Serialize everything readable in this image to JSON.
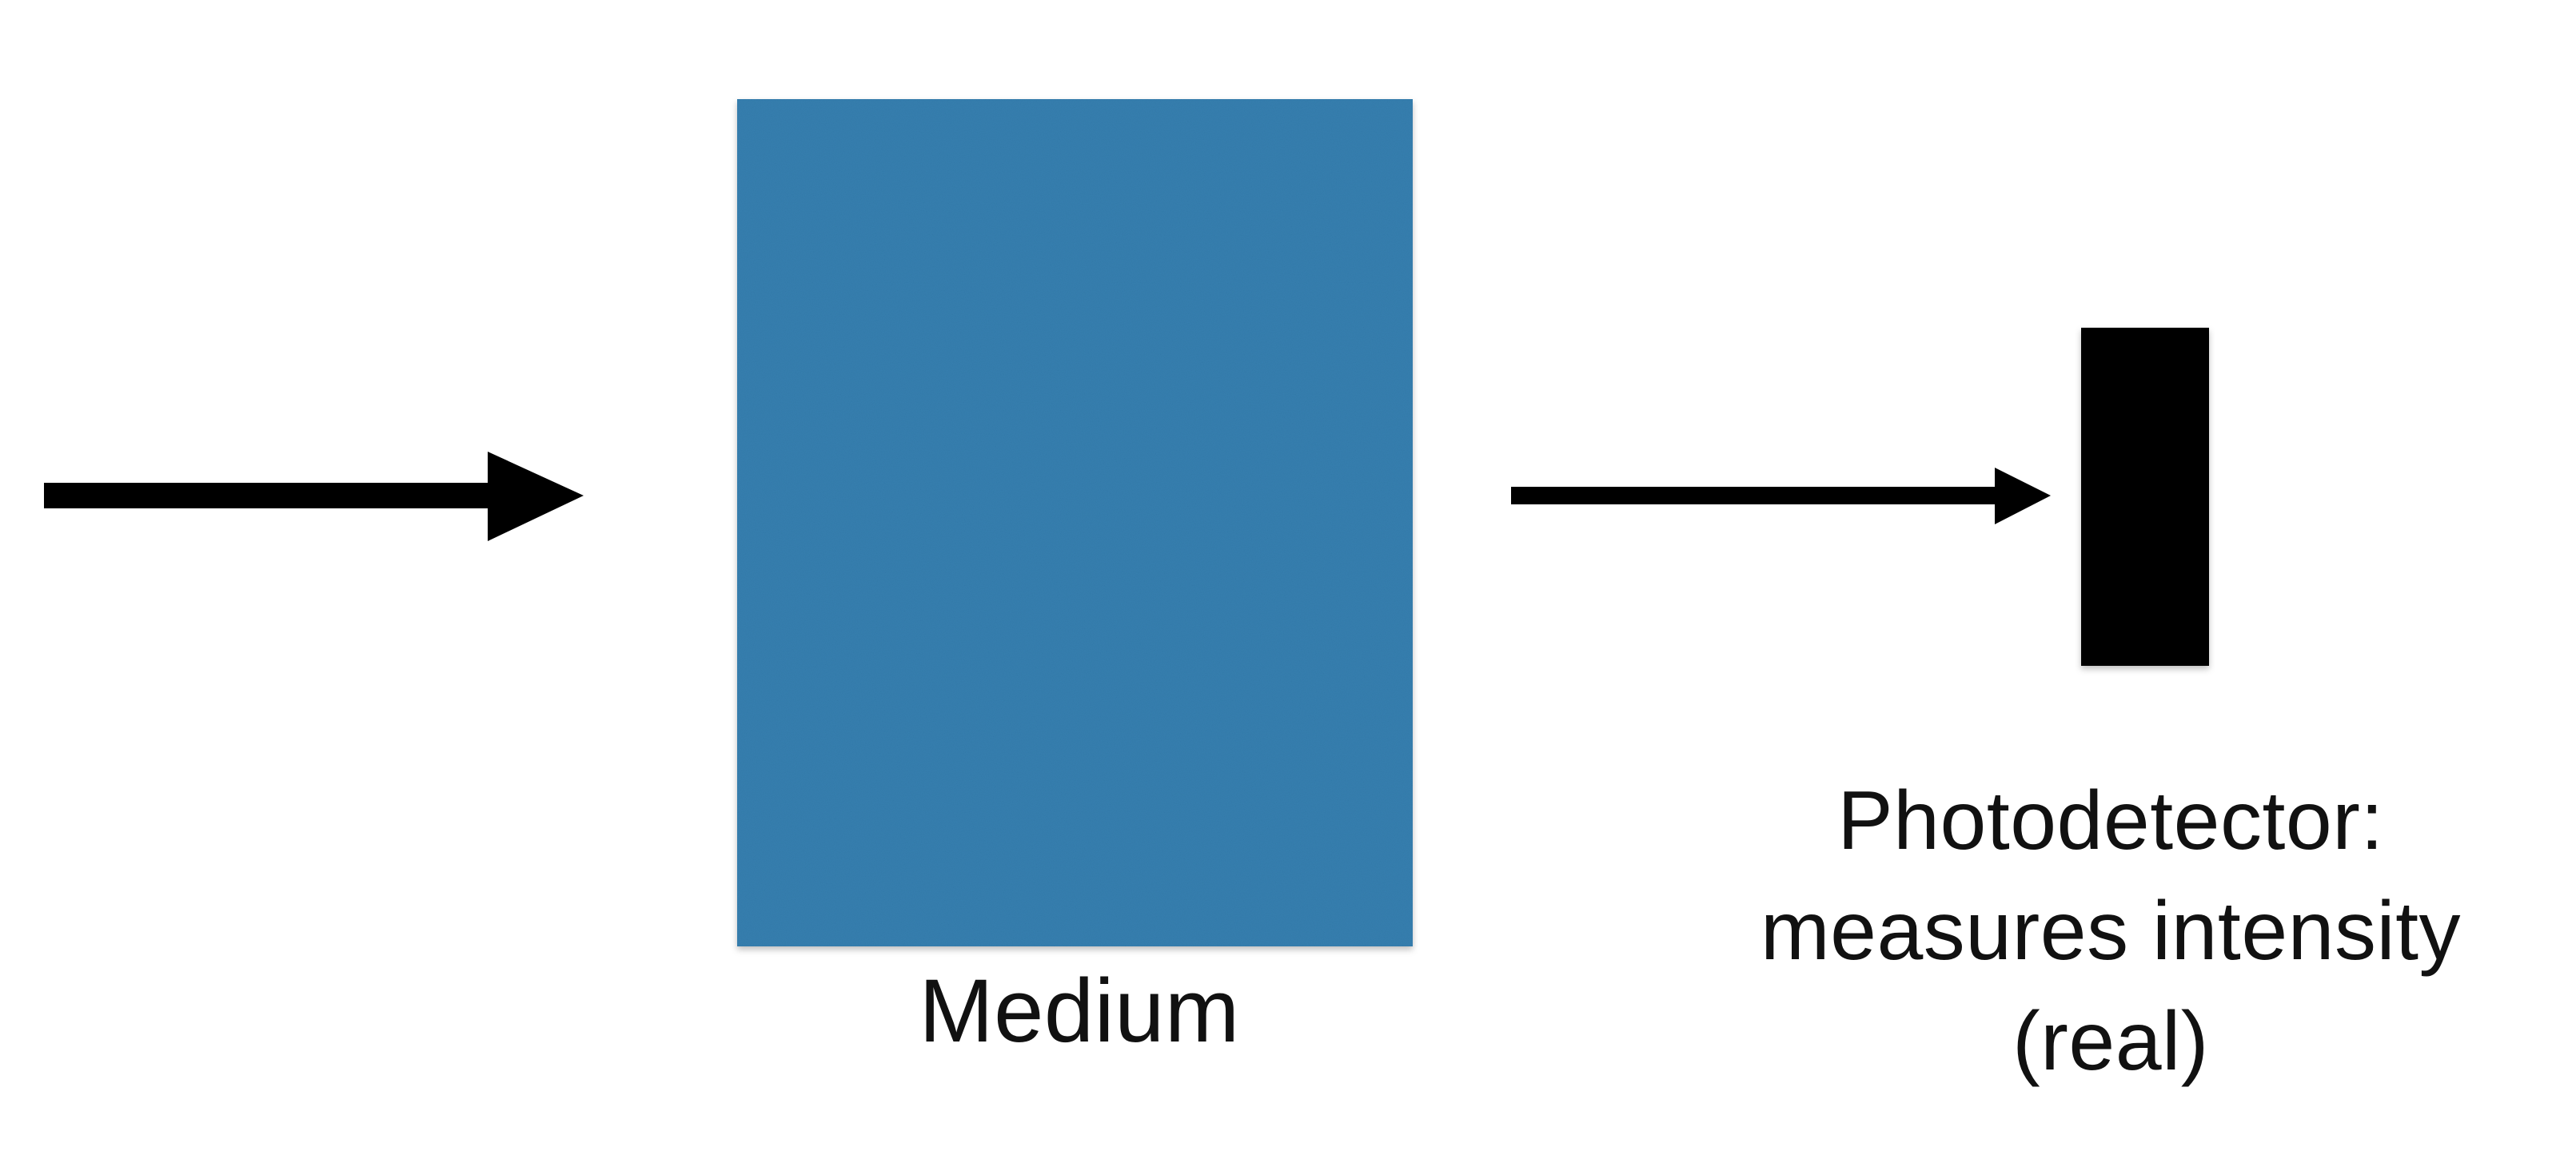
{
  "colors": {
    "background": "#ffffff",
    "medium_fill": "#357fb0",
    "arrow": "#000000",
    "detector": "#000000",
    "text": "#111111"
  },
  "icons": {
    "input_arrow": "arrow-right-icon",
    "output_arrow": "arrow-right-icon",
    "detector": "photodetector-block"
  },
  "labels": {
    "medium": "Medium",
    "detector_line1": "Photodetector:",
    "detector_line2": "measures intensity",
    "detector_line3": "(real)"
  }
}
